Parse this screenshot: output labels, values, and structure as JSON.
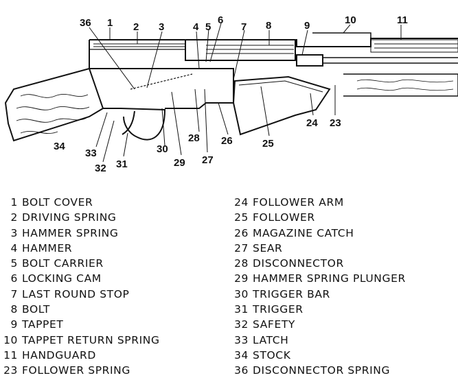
{
  "callouts": {
    "c1": "1",
    "c2": "2",
    "c3": "3",
    "c4": "4",
    "c5": "5",
    "c6": "6",
    "c7": "7",
    "c8": "8",
    "c9": "9",
    "c10": "10",
    "c11": "11",
    "c23": "23",
    "c24": "24",
    "c25": "25",
    "c26": "26",
    "c27": "27",
    "c28": "28",
    "c29": "29",
    "c30": "30",
    "c31": "31",
    "c32": "32",
    "c33": "33",
    "c34": "34",
    "c36": "36"
  },
  "legend_left": [
    {
      "num": "1",
      "label": "BOLT COVER"
    },
    {
      "num": "2",
      "label": "DRIVING SPRING"
    },
    {
      "num": "3",
      "label": "HAMMER SPRING"
    },
    {
      "num": "4",
      "label": "HAMMER"
    },
    {
      "num": "5",
      "label": "BOLT CARRIER"
    },
    {
      "num": "6",
      "label": "LOCKING CAM"
    },
    {
      "num": "7",
      "label": "LAST ROUND STOP"
    },
    {
      "num": "8",
      "label": "BOLT"
    },
    {
      "num": "9",
      "label": "TAPPET"
    },
    {
      "num": "10",
      "label": "TAPPET RETURN SPRING"
    },
    {
      "num": "11",
      "label": "HANDGUARD"
    },
    {
      "num": "23",
      "label": "FOLLOWER SPRING"
    }
  ],
  "legend_right": [
    {
      "num": "24",
      "label": "FOLLOWER ARM"
    },
    {
      "num": "25",
      "label": "FOLLOWER"
    },
    {
      "num": "26",
      "label": "MAGAZINE CATCH"
    },
    {
      "num": "27",
      "label": "SEAR"
    },
    {
      "num": "28",
      "label": "DISCONNECTOR"
    },
    {
      "num": "29",
      "label": "HAMMER SPRING PLUNGER"
    },
    {
      "num": "30",
      "label": "TRIGGER BAR"
    },
    {
      "num": "31",
      "label": "TRIGGER"
    },
    {
      "num": "32",
      "label": "SAFETY"
    },
    {
      "num": "33",
      "label": "LATCH"
    },
    {
      "num": "34",
      "label": "STOCK"
    },
    {
      "num": "36",
      "label": "DISCONNECTOR SPRING"
    }
  ]
}
